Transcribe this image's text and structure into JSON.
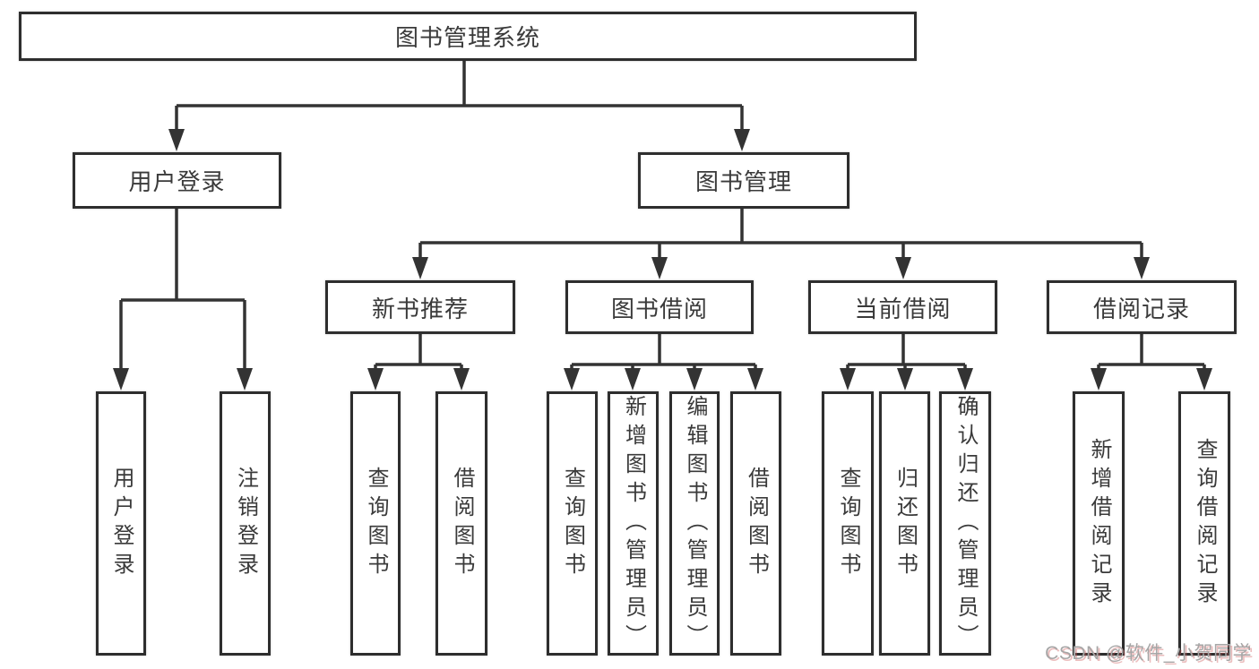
{
  "tree": {
    "root": "图书管理系统",
    "login": {
      "label": "用户登录",
      "children": [
        "用户登录",
        "注销登录"
      ]
    },
    "management": {
      "label": "图书管理",
      "groups": [
        {
          "label": "新书推荐",
          "children": [
            "查询图书",
            "借阅图书"
          ]
        },
        {
          "label": "图书借阅",
          "children": [
            "查询图书",
            "新增图书（管理员）",
            "编辑图书（管理员）",
            "借阅图书"
          ]
        },
        {
          "label": "当前借阅",
          "children": [
            "查询图书",
            "归还图书",
            "确认归还（管理员）"
          ]
        },
        {
          "label": "借阅记录",
          "children": [
            "新增借阅记录",
            "查询借阅记录"
          ]
        }
      ]
    }
  },
  "watermark": "CSDN @软件_小贺同学",
  "colors": {
    "line": "#333333",
    "border": "#2e2e2e",
    "text": "#3a3a3a",
    "watermark": "#a6a6a6"
  }
}
